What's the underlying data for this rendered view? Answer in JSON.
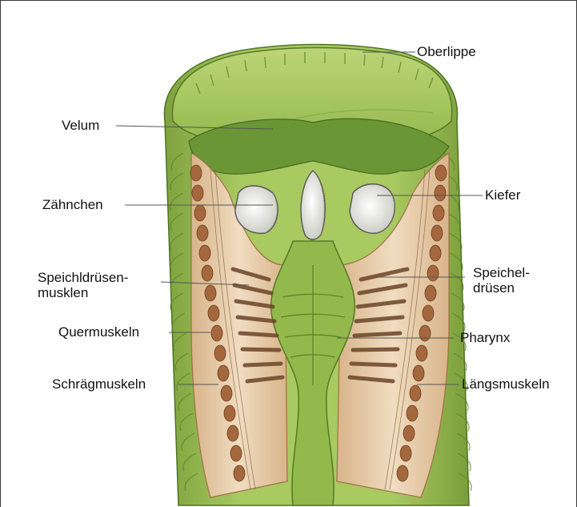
{
  "labels": {
    "oberlippe": "Oberlippe",
    "velum": "Velum",
    "zaehnchen": "Zähnchen",
    "kiefer": "Kiefer",
    "speichldruesenmusklen_1": "Speichldrüsen-",
    "speichldruesenmusklen_2": "musklen",
    "speicheldruesen_1": "Speichel-",
    "speicheldruesen_2": "drüsen",
    "quermuskeln": "Quermuskeln",
    "pharynx": "Pharynx",
    "schraegmuskeln": "Schrägmuskeln",
    "laengsmuskeln": "Längsmuskeln"
  },
  "colors": {
    "body_green": "#a6c85c",
    "dark_green": "#5f8a2a",
    "light_green": "#c9df84",
    "tissue_tan": "#e3c9a6",
    "muscle_brown": "#a4673e",
    "jaw_white": "#f1f1ec"
  }
}
